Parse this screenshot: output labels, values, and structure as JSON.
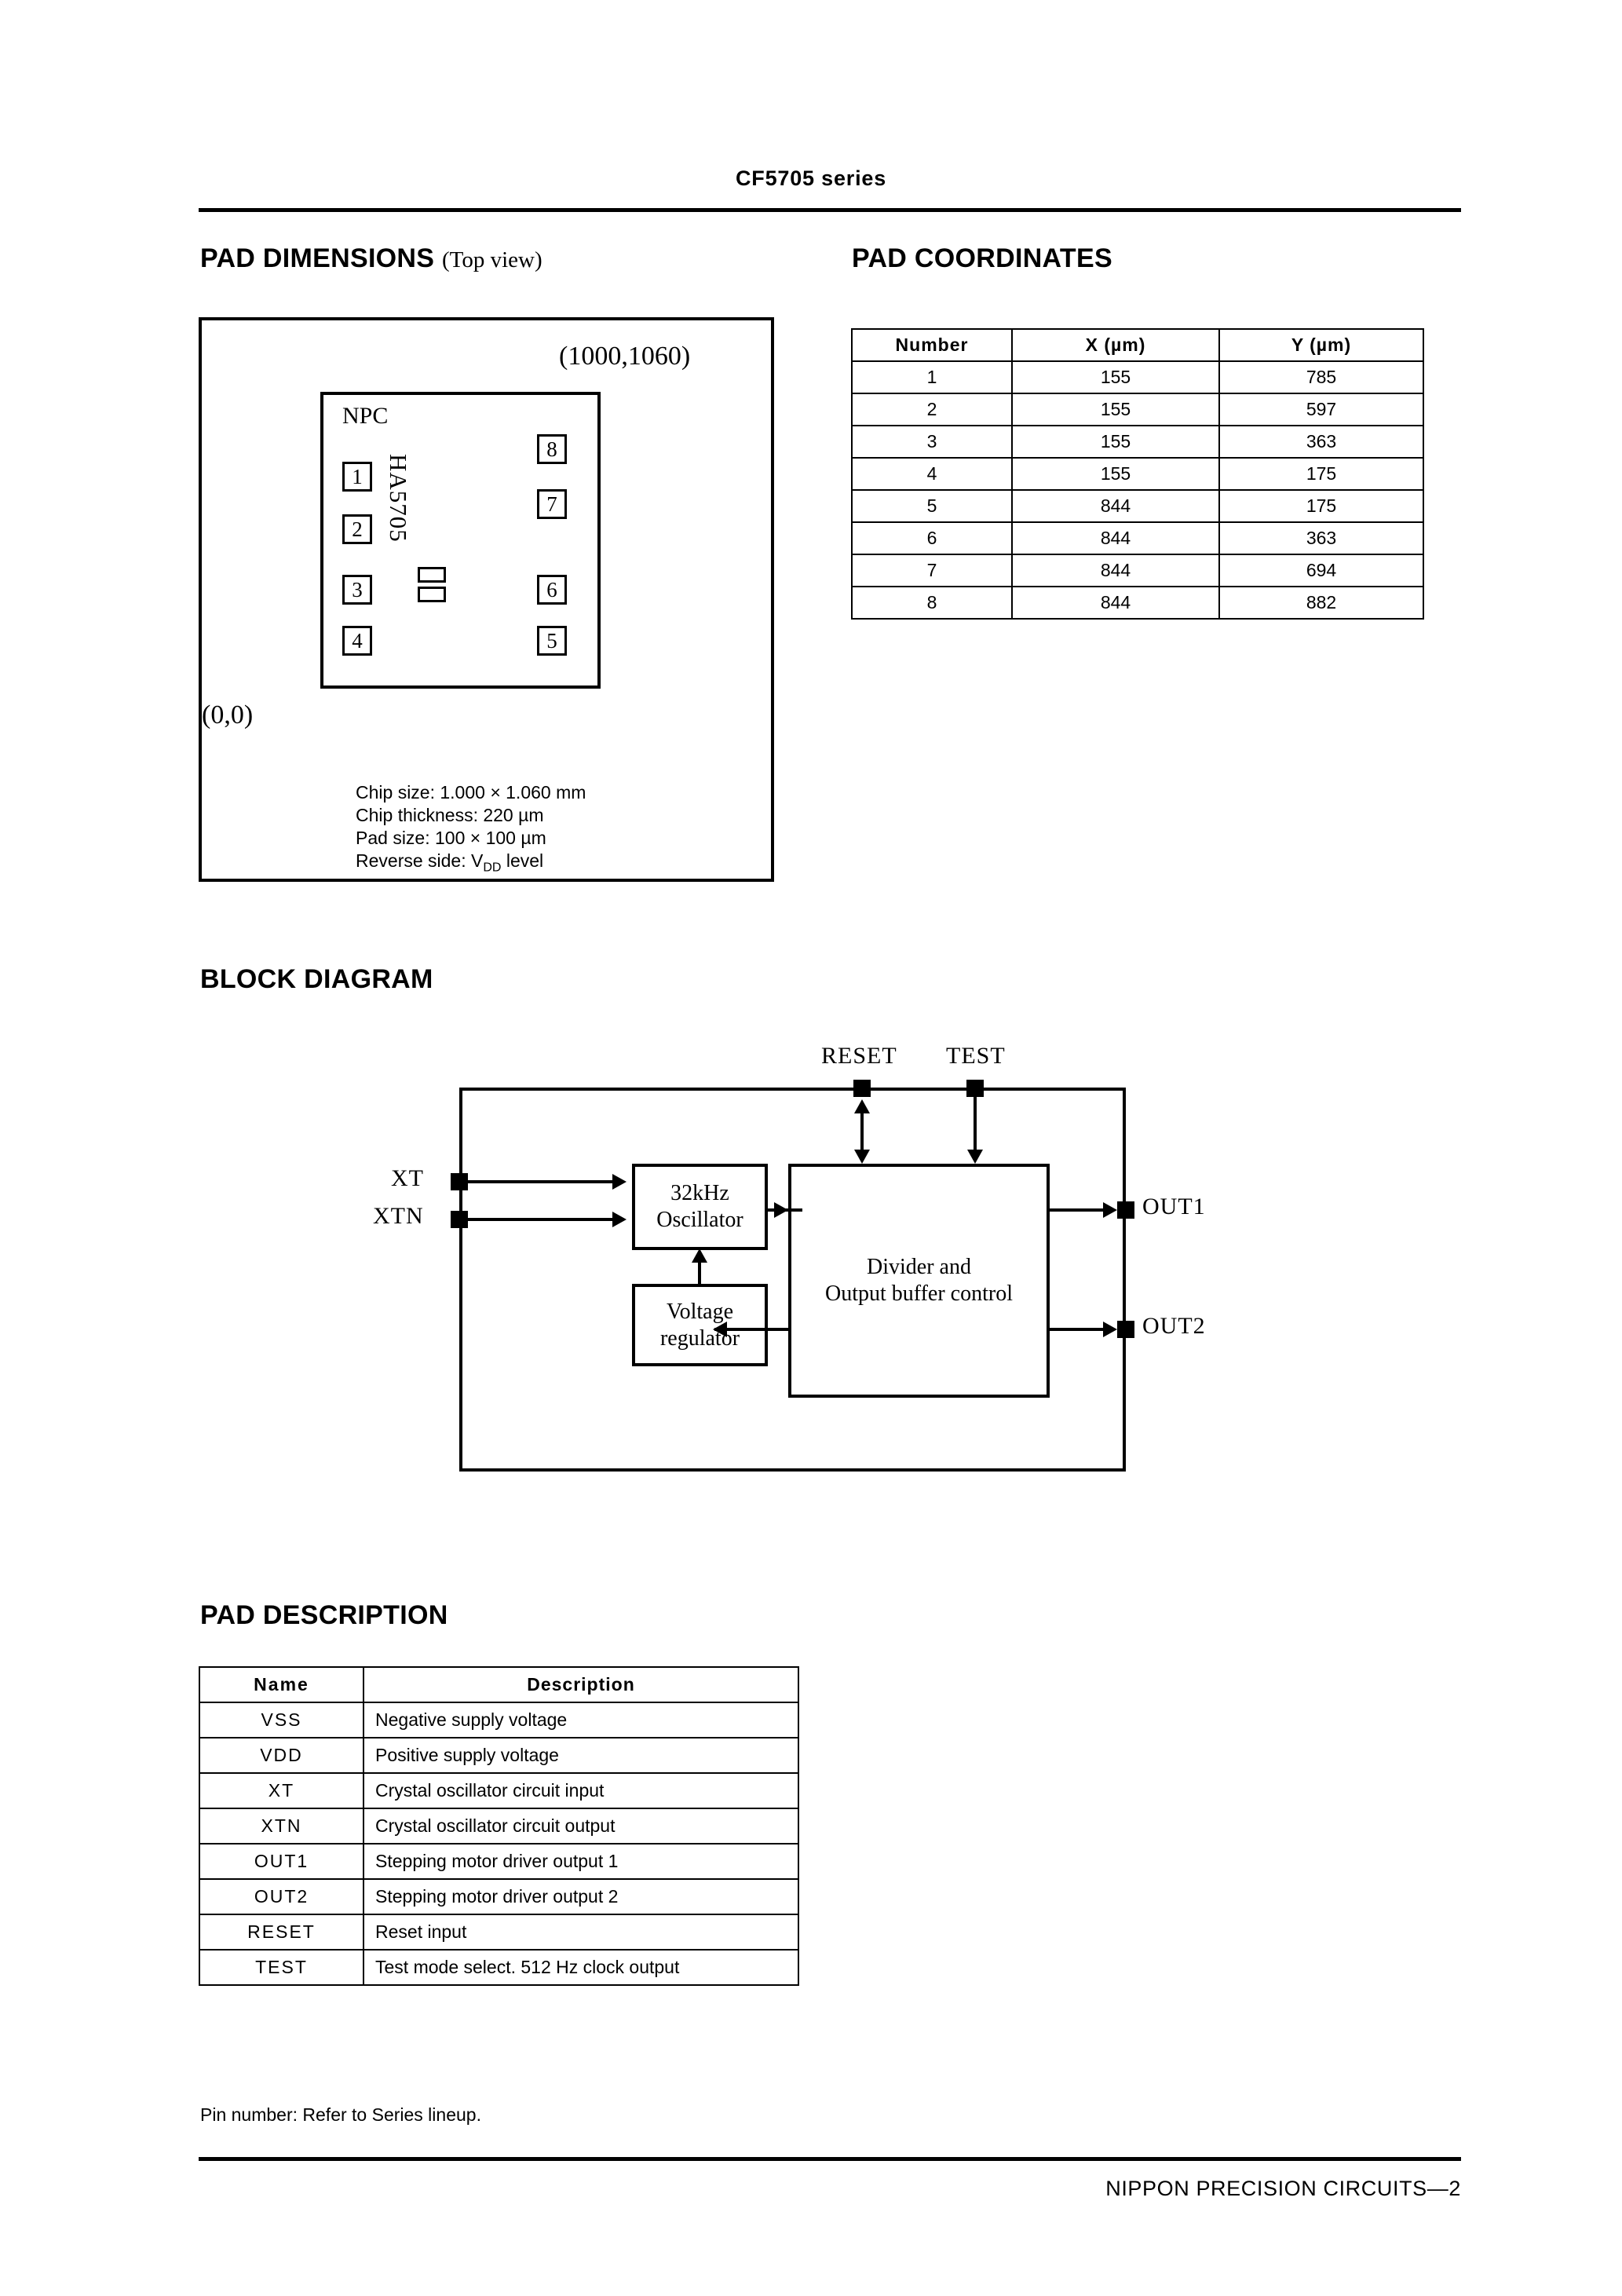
{
  "header": {
    "title": "CF5705 series"
  },
  "footer": {
    "text": "NIPPON PRECISION CIRCUITS—2"
  },
  "sections": {
    "pad_dimensions": {
      "title": "PAD DIMENSIONS",
      "subtitle": "(Top view)"
    },
    "pad_coordinates": {
      "title": "PAD COORDINATES"
    },
    "block_diagram": {
      "title": "BLOCK DIAGRAM"
    },
    "pad_description": {
      "title": "PAD DESCRIPTION"
    }
  },
  "pad_figure": {
    "coord_top_right": "(1000,1060)",
    "coord_bottom_left": "(0,0)",
    "vendor_mark": "NPC",
    "chip_name": "HA5705",
    "pad_labels": [
      "1",
      "2",
      "3",
      "4",
      "5",
      "6",
      "7",
      "8"
    ],
    "specs": [
      "Chip size: 1.000 × 1.060 mm",
      "Chip thickness: 220 µm",
      "Pad size: 100 × 100 µm"
    ],
    "spec_reverse_prefix": "Reverse side: V",
    "spec_reverse_sub": "DD",
    "spec_reverse_suffix": " level"
  },
  "pad_coordinates_table": {
    "headers": [
      "Number",
      "X (µm)",
      "Y (µm)"
    ],
    "rows": [
      [
        "1",
        "155",
        "785"
      ],
      [
        "2",
        "155",
        "597"
      ],
      [
        "3",
        "155",
        "363"
      ],
      [
        "4",
        "155",
        "175"
      ],
      [
        "5",
        "844",
        "175"
      ],
      [
        "6",
        "844",
        "363"
      ],
      [
        "7",
        "844",
        "694"
      ],
      [
        "8",
        "844",
        "882"
      ]
    ]
  },
  "block_diagram": {
    "blocks": [
      {
        "id": "oscillator",
        "label": "32kHz\nOscillator"
      },
      {
        "id": "regulator",
        "label": "Voltage\nregulator"
      },
      {
        "id": "divider",
        "label": "Divider and\nOutput buffer control"
      }
    ],
    "pins": {
      "xt": "XT",
      "xtn": "XTN",
      "reset": "RESET",
      "test": "TEST",
      "out1": "OUT1",
      "out2": "OUT2"
    }
  },
  "pad_description_table": {
    "headers": [
      "Name",
      "Description"
    ],
    "rows": [
      [
        "VSS",
        "Negative supply voltage"
      ],
      [
        "VDD",
        "Positive supply voltage"
      ],
      [
        "XT",
        "Crystal oscillator circuit input"
      ],
      [
        "XTN",
        "Crystal oscillator circuit output"
      ],
      [
        "OUT1",
        "Stepping motor driver output 1"
      ],
      [
        "OUT2",
        "Stepping motor driver output 2"
      ],
      [
        "RESET",
        "Reset input"
      ],
      [
        "TEST",
        "Test mode select. 512 Hz clock output"
      ]
    ],
    "note": "Pin number: Refer to Series lineup."
  }
}
